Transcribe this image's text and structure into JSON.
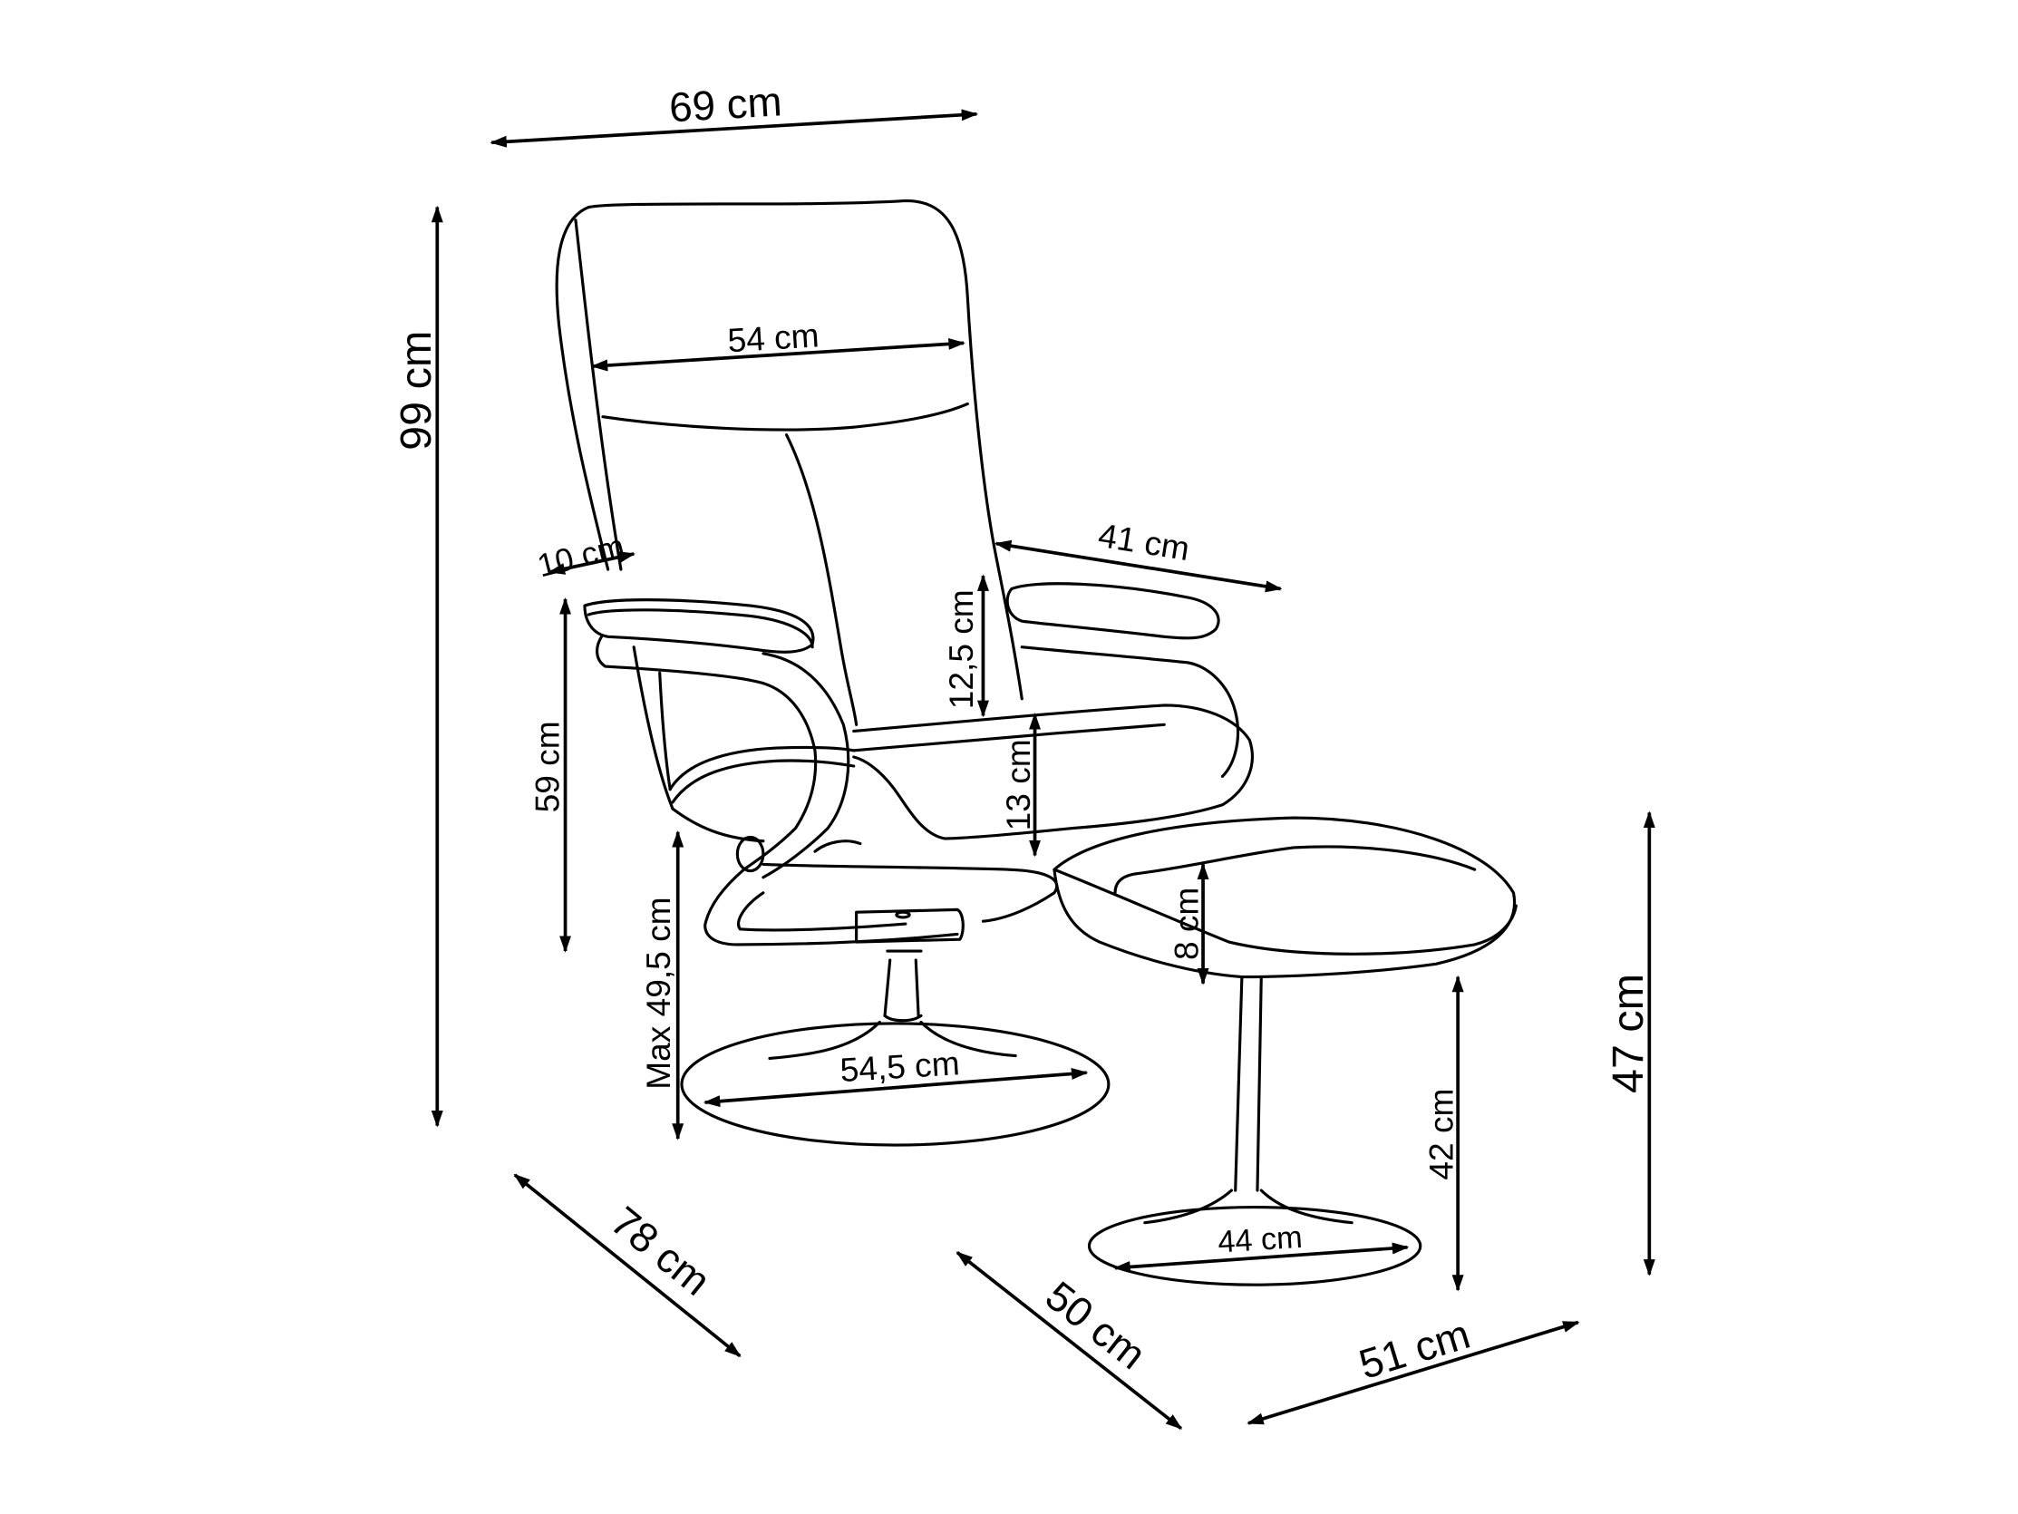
{
  "diagram": {
    "subject": "Recliner armchair with footstool",
    "stroke_color": "#000000",
    "background_color": "#ffffff",
    "dimensions": {
      "overall_width": "69 cm",
      "overall_height": "99 cm",
      "overall_depth": "78 cm",
      "backrest_width": "54 cm",
      "armrest_width": "10 cm",
      "armrest_depth": "41 cm",
      "armrest_height": "59 cm",
      "armrest_above_seat": "12,5 cm",
      "seat_cushion_height": "13 cm",
      "seat_height_max": "Max 49,5 cm",
      "chair_base_diameter": "54,5 cm",
      "footstool_cushion_height": "8 cm",
      "footstool_base_diameter": "44 cm",
      "footstool_leg_height": "42 cm",
      "footstool_height": "47 cm",
      "footstool_depth": "50 cm",
      "footstool_width": "51 cm"
    }
  }
}
